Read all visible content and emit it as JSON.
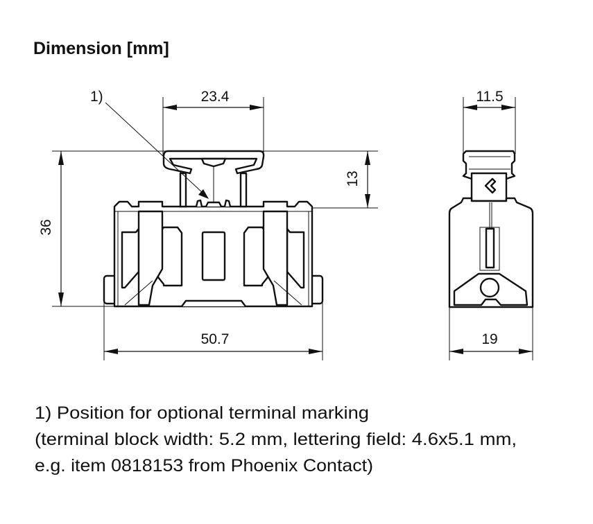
{
  "title": "Dimension [mm]",
  "front_view": {
    "callout": "1)",
    "dim_top_width": "23.4",
    "dim_clip_height": "13",
    "dim_total_height": "36",
    "dim_total_width": "50.7"
  },
  "side_view": {
    "dim_top_width": "11.5",
    "dim_total_width": "19"
  },
  "footnote": {
    "line1": "1)  Position for optional terminal marking",
    "line2": "(terminal block width: 5.2 mm, lettering field: 4.6x5.1 mm,",
    "line3": "e.g. item 0818153 from Phoenix Contact)"
  }
}
